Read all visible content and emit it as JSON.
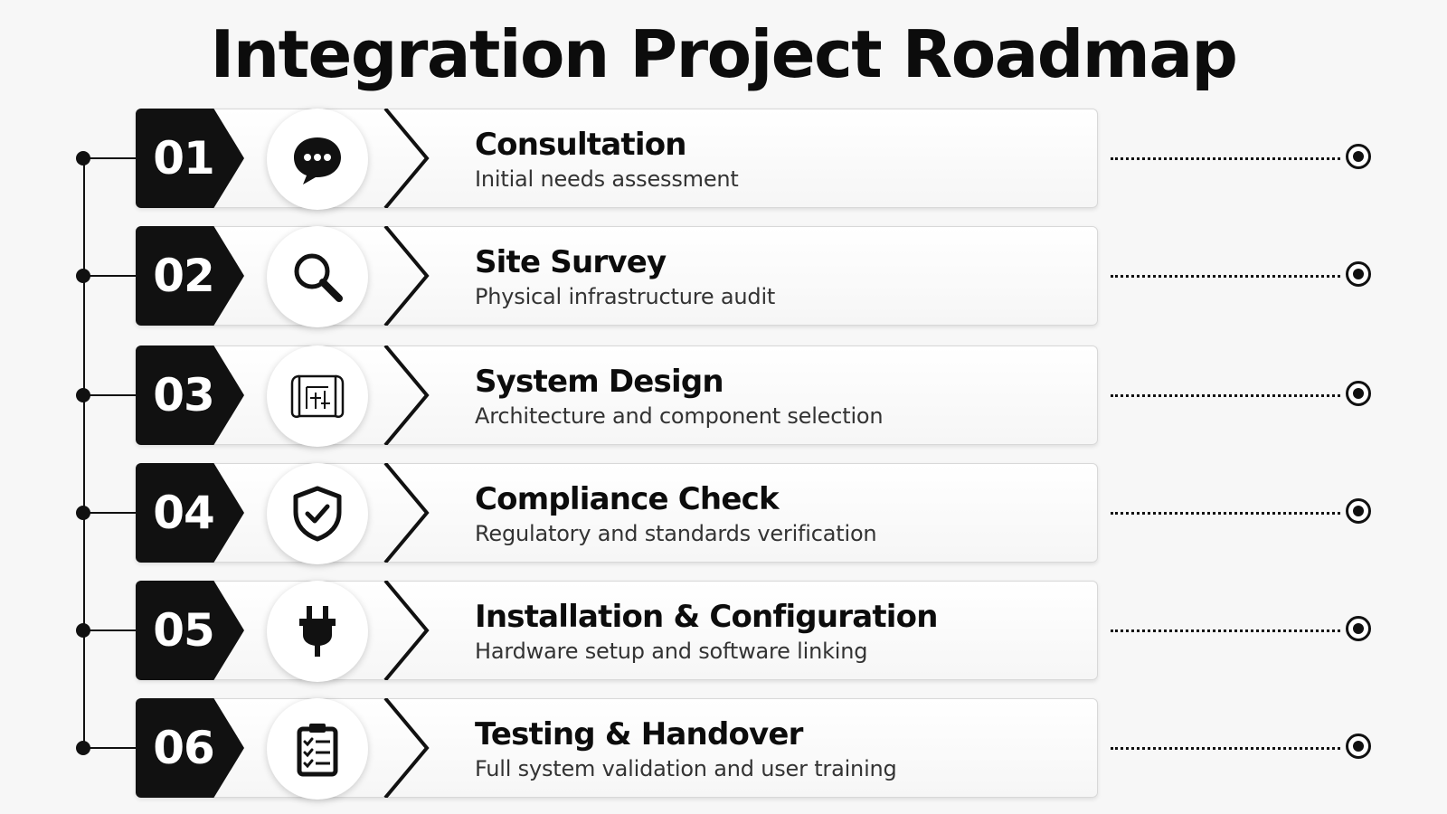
{
  "title": "Integration Project Roadmap",
  "steps": [
    {
      "number": "01",
      "title": "Consultation",
      "description": "Initial needs assessment",
      "icon": "chat-bubble-icon"
    },
    {
      "number": "02",
      "title": "Site Survey",
      "description": "Physical infrastructure audit",
      "icon": "magnifier-icon"
    },
    {
      "number": "03",
      "title": "System Design",
      "description": "Architecture and component selection",
      "icon": "blueprint-icon"
    },
    {
      "number": "04",
      "title": "Compliance Check",
      "description": "Regulatory and standards verification",
      "icon": "shield-check-icon"
    },
    {
      "number": "05",
      "title": "Installation & Configuration",
      "description": "Hardware setup and software linking",
      "icon": "plug-icon"
    },
    {
      "number": "06",
      "title": "Testing & Handover",
      "description": "Full system validation and user training",
      "icon": "clipboard-checklist-icon"
    }
  ],
  "colors": {
    "accent": "#111111",
    "background": "#f7f7f7",
    "card": "#ffffff"
  }
}
